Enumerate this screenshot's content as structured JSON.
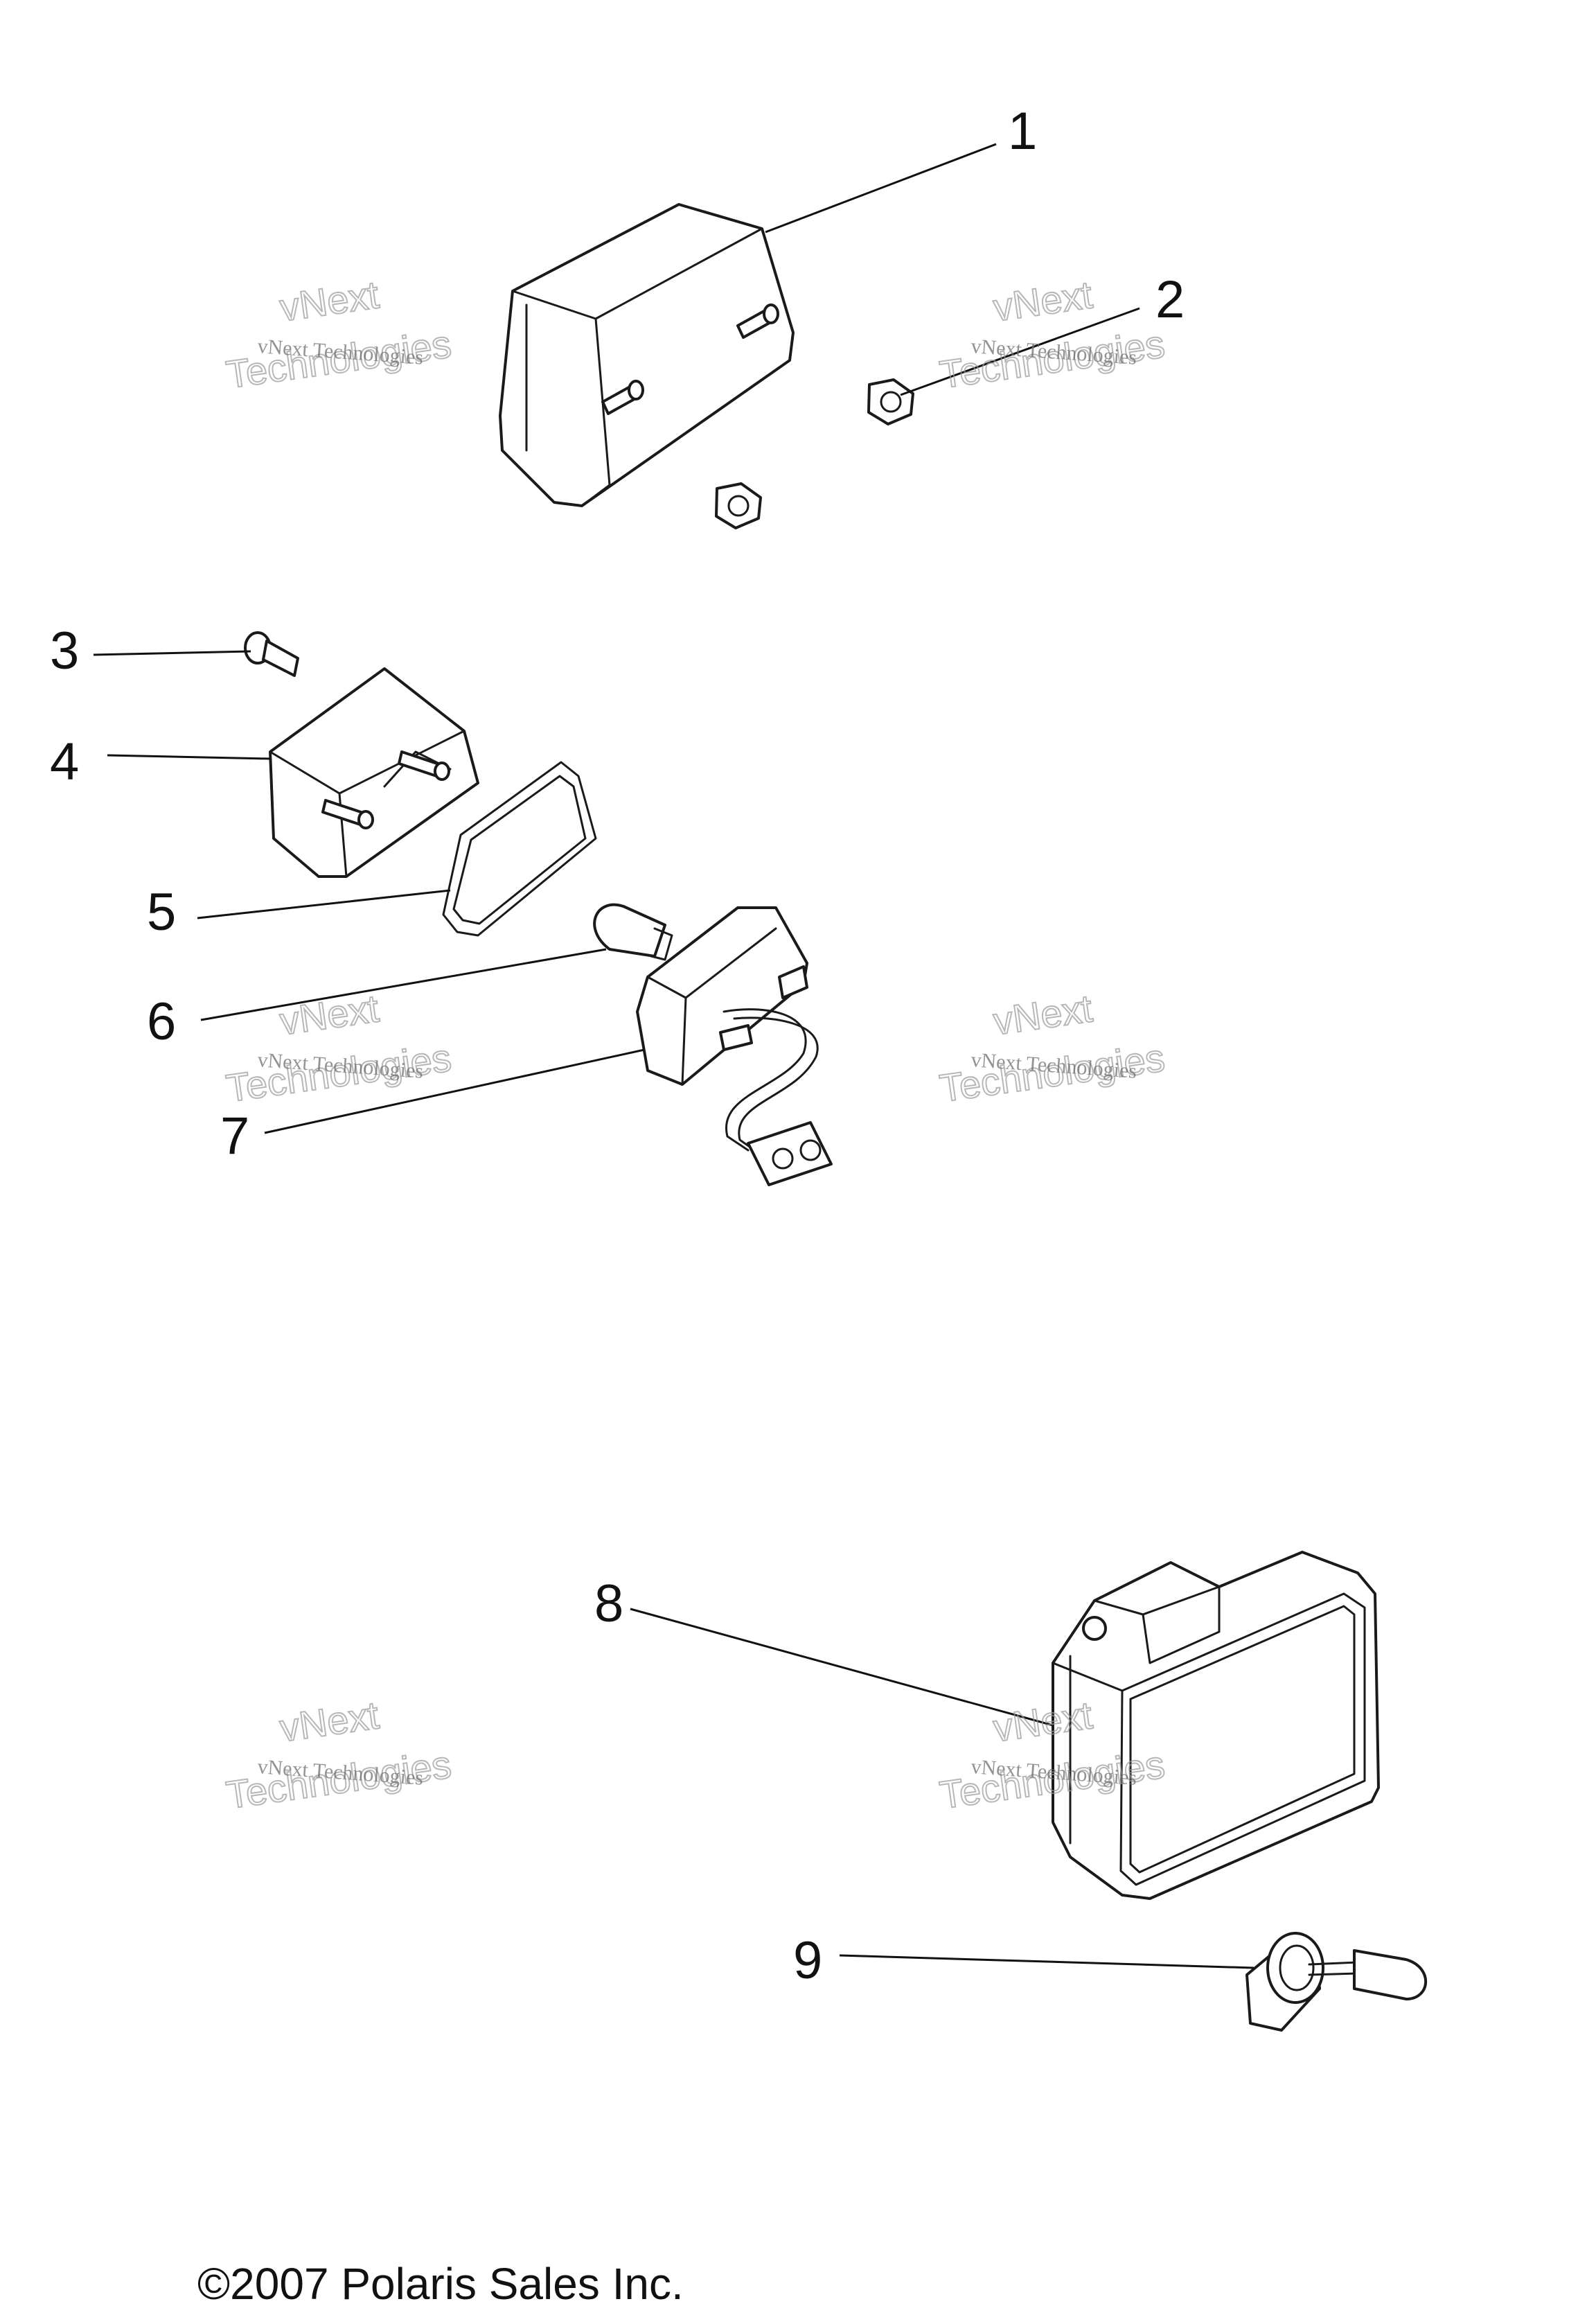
{
  "callouts": [
    "1",
    "2",
    "3",
    "4",
    "5",
    "6",
    "7",
    "8",
    "9"
  ],
  "watermark": {
    "line": "vNext Technologies",
    "large_top": "vNext",
    "large_bottom": "Technologies"
  },
  "footer": {
    "copyright": "©2007 Polaris Sales Inc."
  }
}
